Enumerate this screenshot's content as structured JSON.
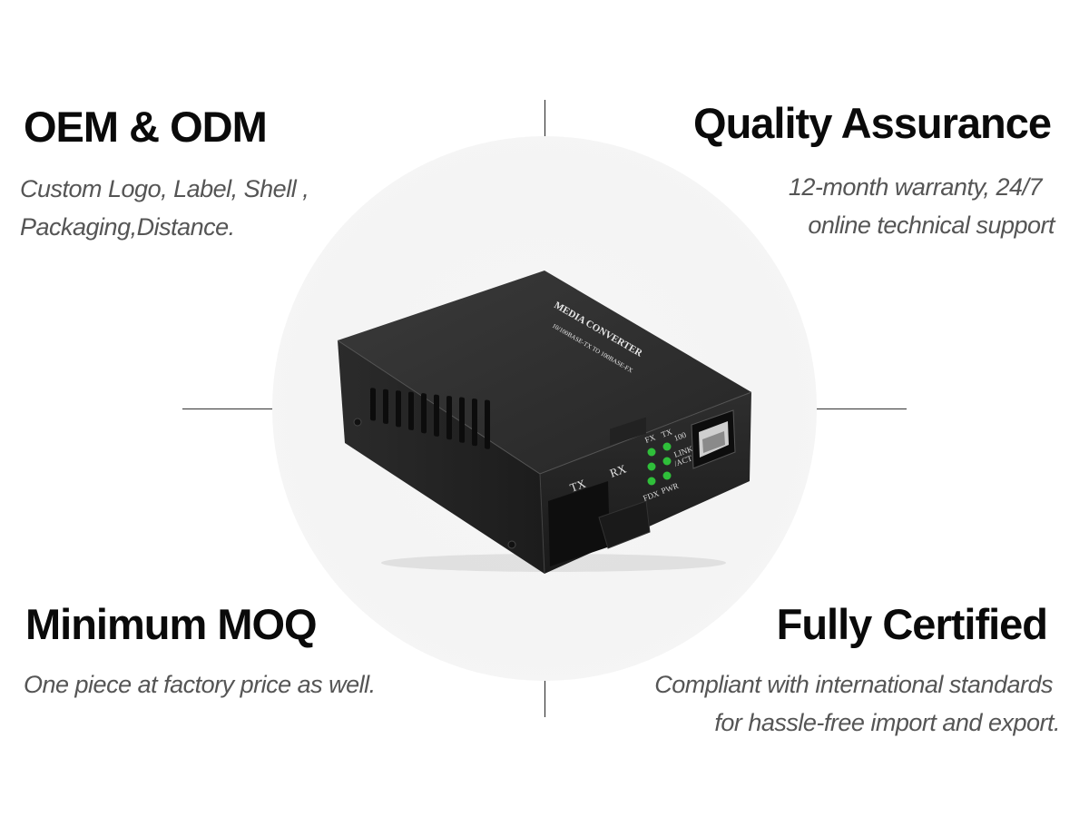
{
  "features": {
    "oem": {
      "title": "OEM & ODM",
      "lines": [
        "Custom Logo, Label, Shell ,",
        "Packaging,Distance."
      ]
    },
    "quality": {
      "title": "Quality Assurance",
      "lines": [
        "12-month warranty, 24/7",
        "online technical support"
      ]
    },
    "moq": {
      "title": "Minimum MOQ",
      "lines": [
        "One piece at factory price as well."
      ]
    },
    "cert": {
      "title": "Fully Certified",
      "lines": [
        "Compliant with international standards",
        "for hassle-free import and export."
      ]
    }
  },
  "product": {
    "name_label": "MEDIA CONVERTER",
    "spec_label": "10/100BASE-TX TO 100BASE-FX",
    "ports": {
      "tx": "TX",
      "rx": "RX"
    },
    "leds": {
      "fx": "FX",
      "tx": "TX",
      "speed": "100",
      "link": "LINK",
      "act": "/ACT",
      "fdx": "FDX",
      "pwr": "PWR"
    },
    "led_color": "#2fbf3a",
    "body_color": "#2a2a2a"
  }
}
